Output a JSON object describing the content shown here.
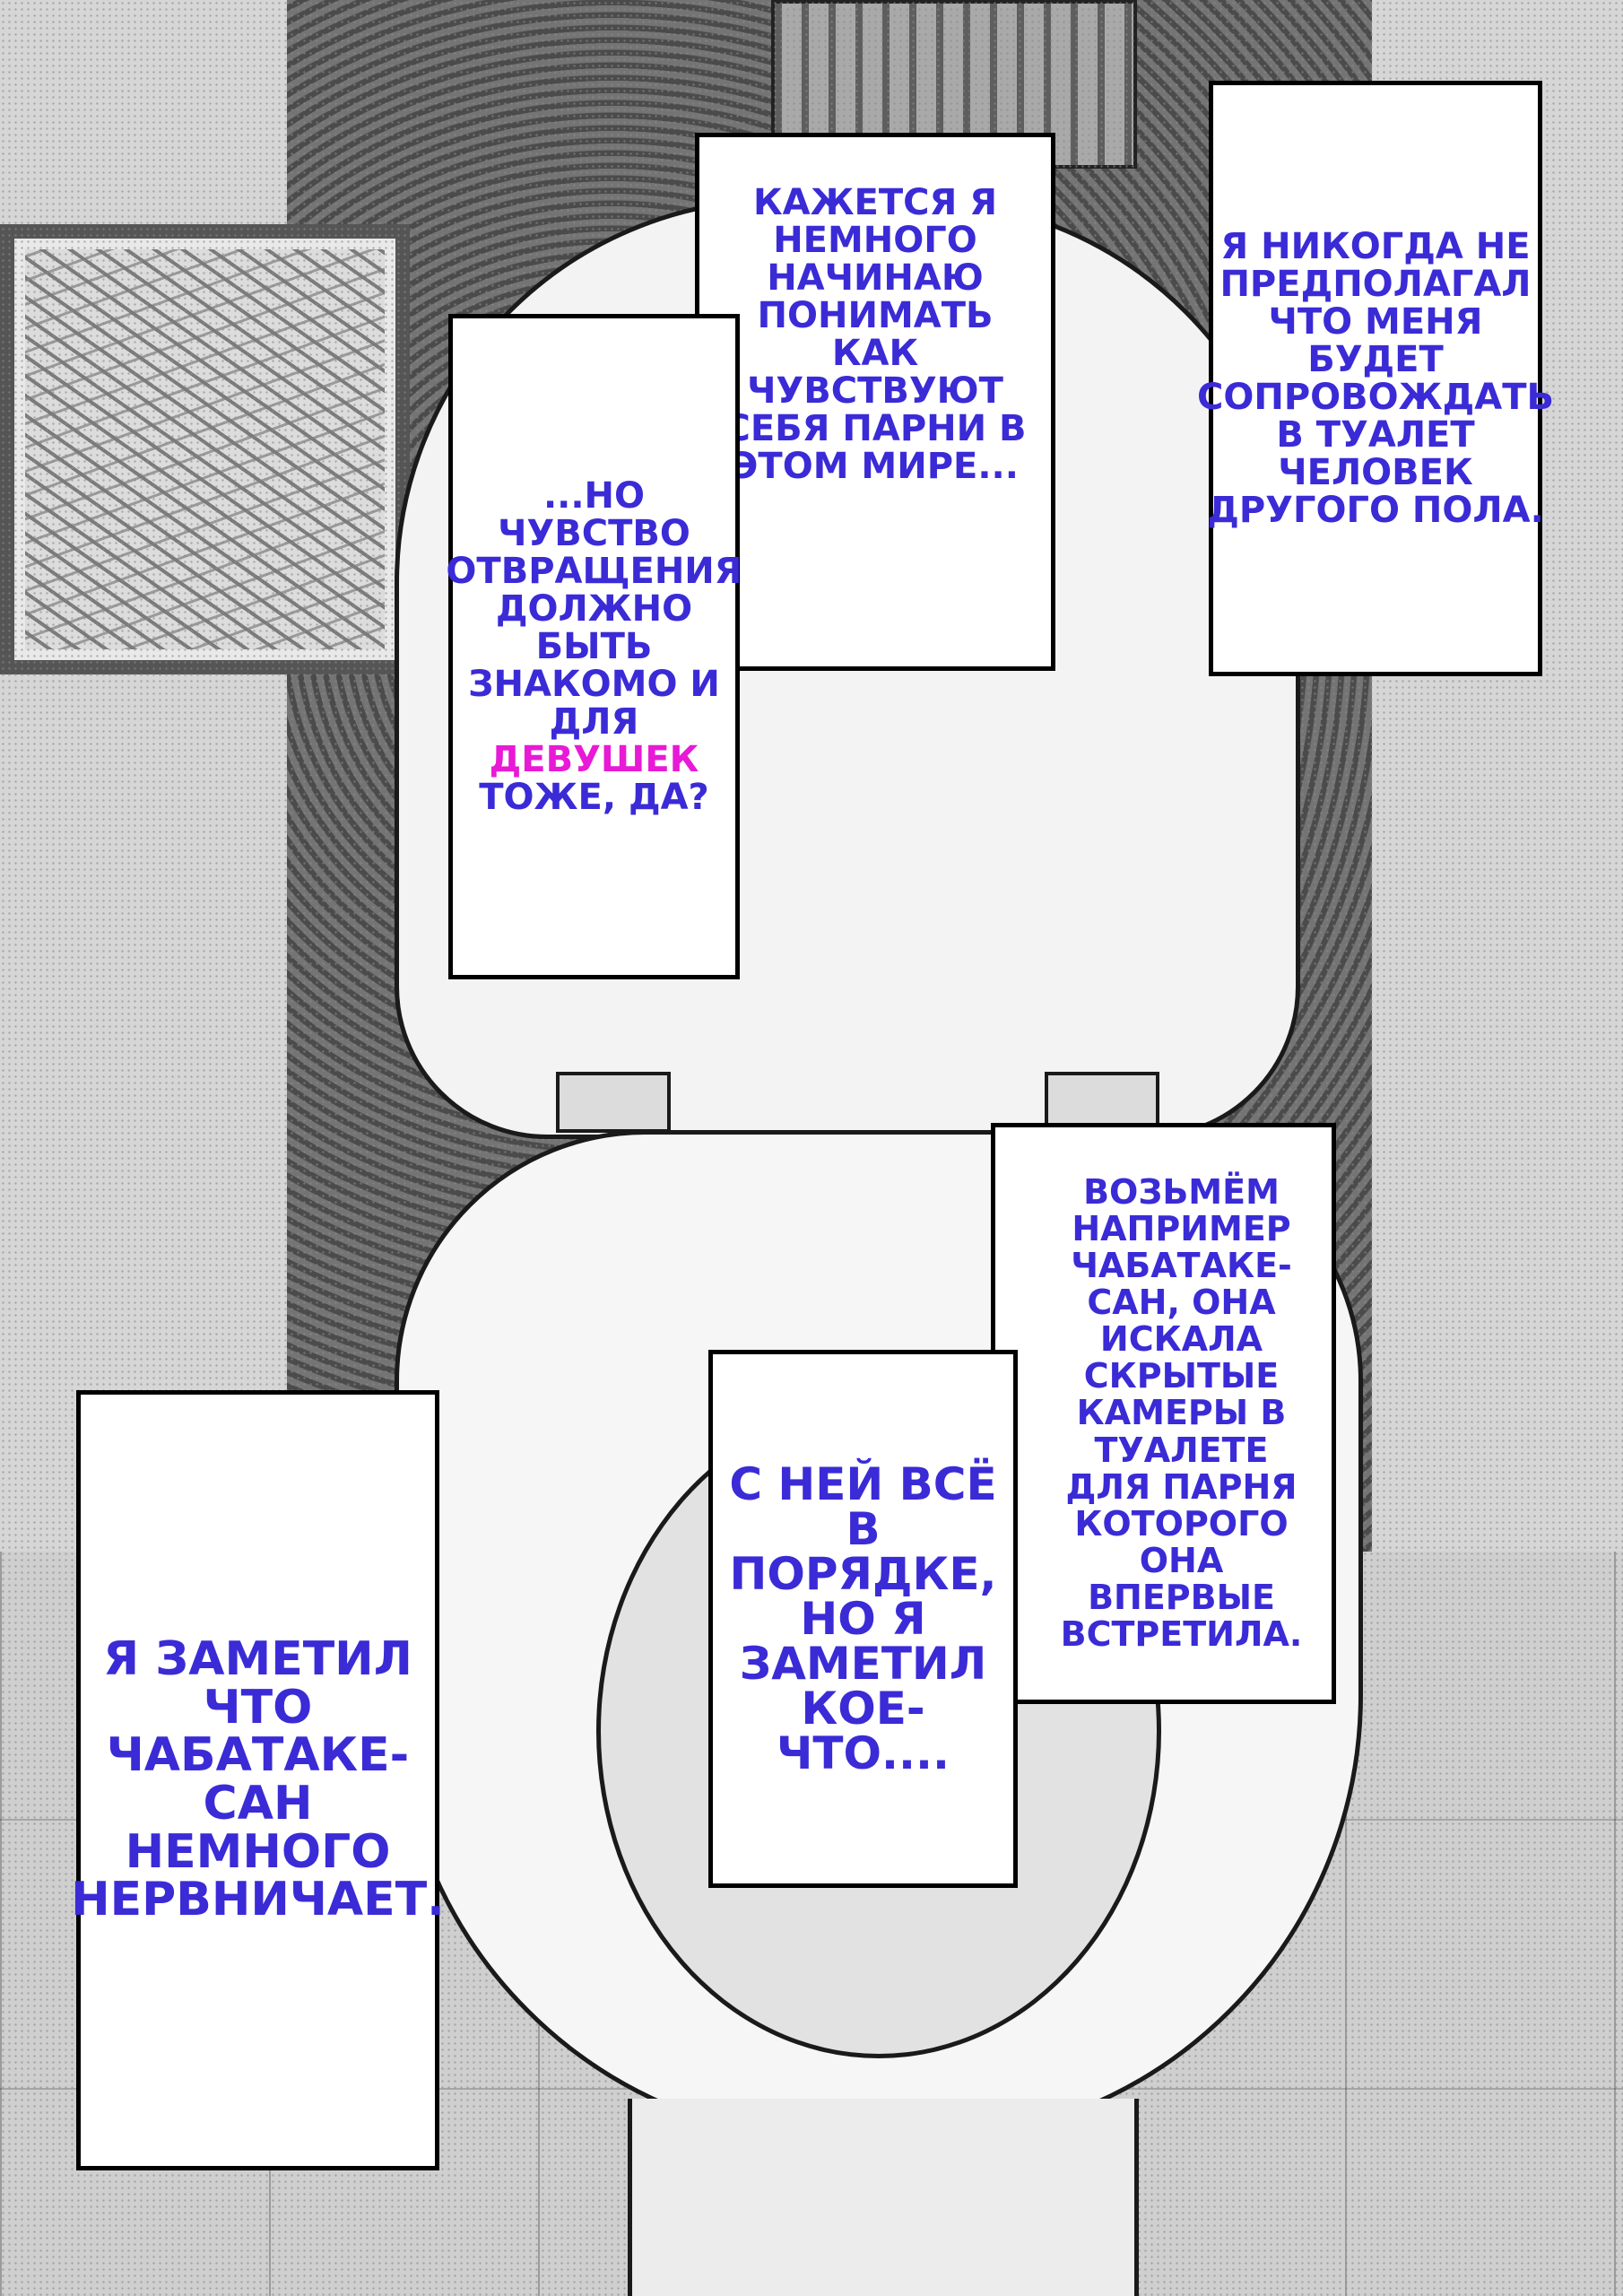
{
  "captions": {
    "c1": "Кажется я немного начинаю понимать как чувствуют себя парни в этом мире...",
    "c2_before": "...но чувство отвращения должно быть знакомо и для",
    "c2_highlight": "девушек",
    "c2_after": "тоже, да?",
    "c3": "Я никогда не предполагал что меня будет сопровождать в туалет человек другого пола.",
    "c4": "Возьмём например Чабатаке-сан, она искала скрытые камеры в туалете для парня которого она впервые встретила.",
    "c5": "С ней всё в порядке, но я заметил кое-что....",
    "c6": "Я заметил что Чабатаке-сан немного нервничает."
  },
  "colors": {
    "caption_text": "#3a2bd6",
    "highlight_text": "#e81ad6",
    "caption_bg": "#ffffff",
    "caption_border": "#000000"
  },
  "icons": [
    "toilet-illustration",
    "framed-picture",
    "window"
  ]
}
